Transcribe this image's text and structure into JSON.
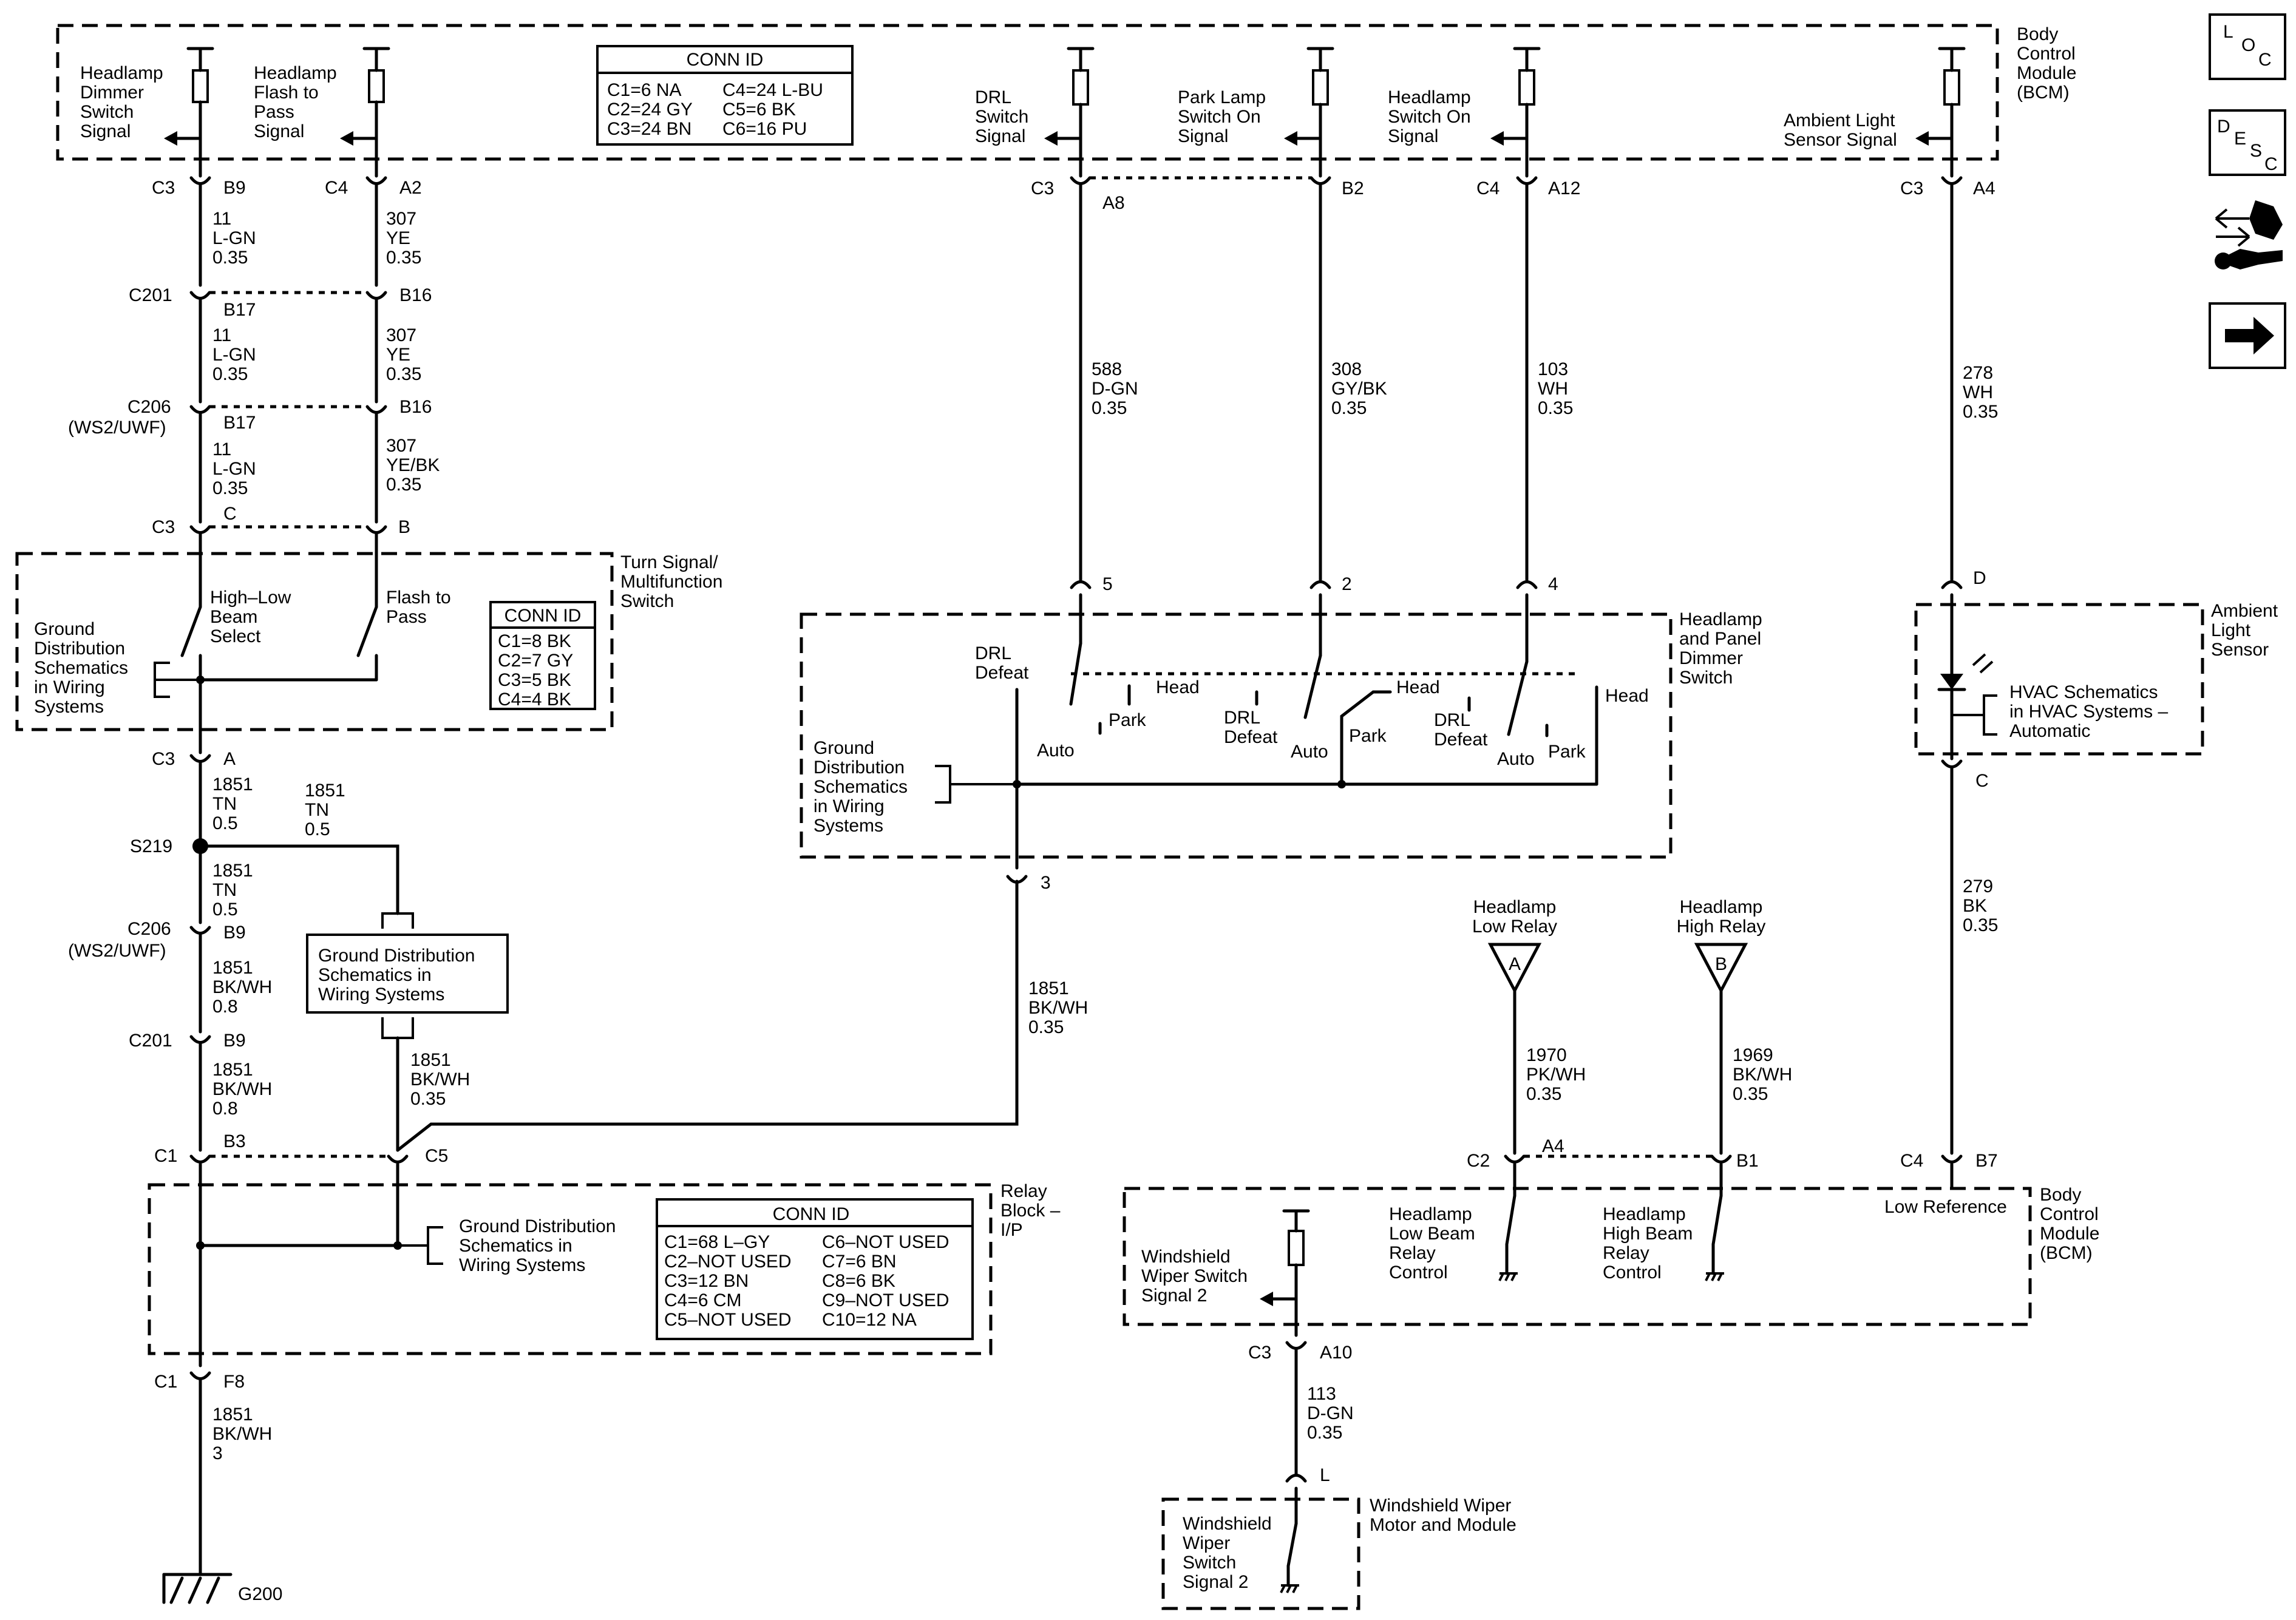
{
  "bcm_top": {
    "label": [
      "Body",
      "Control",
      "Module",
      "(BCM)"
    ]
  },
  "conn_top": {
    "title": "CONN ID",
    "rows": [
      "C1=6 NA",
      "C2=24 GY",
      "C3=24 BN",
      "C4=24 L-BU",
      "C5=6 BK",
      "C6=16 PU"
    ]
  },
  "sig": {
    "dimmer": [
      "Headlamp",
      "Dimmer",
      "Switch",
      "Signal"
    ],
    "flash": [
      "Headlamp",
      "Flash to",
      "Pass",
      "Signal"
    ],
    "drl": [
      "DRL",
      "Switch",
      "Signal"
    ],
    "park": [
      "Park Lamp",
      "Switch On",
      "Signal"
    ],
    "head": [
      "Headlamp",
      "Switch On",
      "Signal"
    ],
    "amb": [
      "Ambient Light",
      "Sensor Signal"
    ]
  },
  "cav": {
    "c3": "C3",
    "c4": "C4",
    "c201": "C201",
    "c206": "C206",
    "ws2": "(WS2/UWF)",
    "c1": "C1",
    "s219": "S219",
    "g200": "G200",
    "b9": "B9",
    "a2": "A2",
    "b17": "B17",
    "b16": "B16",
    "c": "C",
    "b": "B",
    "a": "A",
    "a8": "A8",
    "b2": "B2",
    "a12": "A12",
    "a4": "A4",
    "p5": "5",
    "p2": "2",
    "p4": "4",
    "p3": "3",
    "d": "D",
    "b3": "B3",
    "c5": "C5",
    "f8": "F8",
    "c2": "C2",
    "b1": "B1",
    "b7": "B7",
    "a10": "A10",
    "l": "L"
  },
  "wires": {
    "w11a": [
      "11",
      "L-GN",
      "0.35"
    ],
    "w307a": [
      "307",
      "YE",
      "0.35"
    ],
    "w11b": [
      "11",
      "L-GN",
      "0.35"
    ],
    "w307b": [
      "307",
      "YE",
      "0.35"
    ],
    "w11c": [
      "11",
      "L-GN",
      "0.35"
    ],
    "w307c": [
      "307",
      "YE/BK",
      "0.35"
    ],
    "w1851a": [
      "1851",
      "TN",
      "0.5"
    ],
    "w1851b": [
      "1851",
      "TN",
      "0.5"
    ],
    "w1851c": [
      "1851",
      "TN",
      "0.5"
    ],
    "w1851d": [
      "1851",
      "BK/WH",
      "0.8"
    ],
    "w1851e": [
      "1851",
      "BK/WH",
      "0.8"
    ],
    "w1851f": [
      "1851",
      "BK/WH",
      "0.35"
    ],
    "w1851g": [
      "1851",
      "BK/WH",
      "0.35"
    ],
    "w1851h": [
      "1851",
      "BK/WH",
      "3"
    ],
    "w588": [
      "588",
      "D-GN",
      "0.35"
    ],
    "w308": [
      "308",
      "GY/BK",
      "0.35"
    ],
    "w103": [
      "103",
      "WH",
      "0.35"
    ],
    "w278": [
      "278",
      "WH",
      "0.35"
    ],
    "w279": [
      "279",
      "BK",
      "0.35"
    ],
    "w1970": [
      "1970",
      "PK/WH",
      "0.35"
    ],
    "w1969": [
      "1969",
      "BK/WH",
      "0.35"
    ],
    "w113": [
      "113",
      "D-GN",
      "0.35"
    ]
  },
  "turn": {
    "label": [
      "Turn Signal/",
      "Multifunction",
      "Switch"
    ],
    "gnd": [
      "Ground",
      "Distribution",
      "Schematics",
      "in Wiring",
      "Systems"
    ],
    "hilo": [
      "High–Low",
      "Beam",
      "Select"
    ],
    "fpass": [
      "Flash to",
      "Pass"
    ],
    "conn": {
      "title": "CONN ID",
      "rows": [
        "C1=8 BK",
        "C2=7 GY",
        "C3=5 BK",
        "C4=4 BK"
      ]
    }
  },
  "gds_box": [
    "Ground Distribution",
    "Schematics in",
    "Wiring Systems"
  ],
  "relay": {
    "label": [
      "Relay",
      "Block –",
      "I/P"
    ],
    "gnd": [
      "Ground Distribution",
      "Schematics in",
      "Wiring Systems"
    ],
    "conn": {
      "title": "CONN ID",
      "left": [
        "C1=68 L–GY",
        "C2–NOT USED",
        "C3=12 BN",
        "C4=6 CM",
        "C5–NOT USED"
      ],
      "right": [
        "C6–NOT USED",
        "C7=6 BN",
        "C8=6 BK",
        "C9–NOT USED",
        "C10=12 NA"
      ]
    }
  },
  "hpd": {
    "label": [
      "Headlamp",
      "and Panel",
      "Dimmer",
      "Switch"
    ],
    "gnd": [
      "Ground",
      "Distribution",
      "Schematics",
      "in Wiring",
      "Systems"
    ],
    "drl_defeat_top": [
      "DRL",
      "Defeat"
    ],
    "auto": "Auto",
    "park": "Park",
    "head": "Head",
    "drl_defeat": [
      "DRL",
      "Defeat"
    ]
  },
  "amb_sensor": {
    "label": [
      "Ambient",
      "Light",
      "Sensor"
    ],
    "hvac": [
      "HVAC Schematics",
      "in HVAC Systems –",
      "Automatic"
    ]
  },
  "relays": {
    "low": [
      "Headlamp",
      "Low Relay"
    ],
    "high": [
      "Headlamp",
      "High Relay"
    ],
    "a": "A",
    "b": "B"
  },
  "bcm_bot": {
    "label": [
      "Body",
      "Control",
      "Module",
      "(BCM)"
    ],
    "lowref": "Low Reference",
    "lowctl": [
      "Headlamp",
      "Low Beam",
      "Relay",
      "Control"
    ],
    "highctl": [
      "Headlamp",
      "High Beam",
      "Relay",
      "Control"
    ],
    "wiper_sig": [
      "Windshield",
      "Wiper Switch",
      "Signal 2"
    ]
  },
  "wiper": {
    "label": [
      "Windshield Wiper",
      "Motor and Module"
    ],
    "sig": [
      "Windshield",
      "Wiper",
      "Switch",
      "Signal 2"
    ]
  },
  "nav": {
    "loc": [
      "L",
      "O",
      "C"
    ],
    "desc": [
      "D",
      "E",
      "S",
      "C"
    ]
  },
  "chart_data": {}
}
